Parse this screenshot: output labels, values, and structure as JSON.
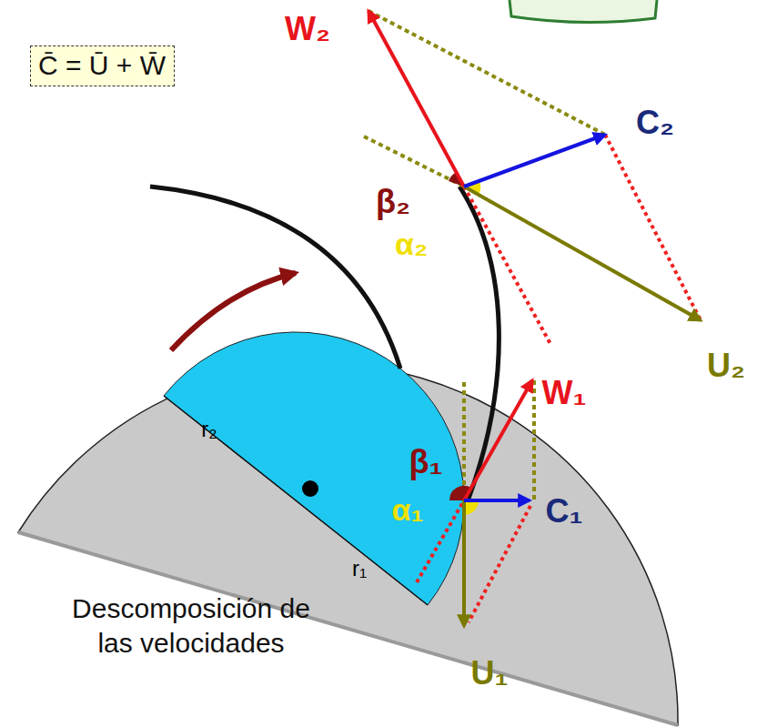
{
  "diagram": {
    "caption": "Descomposición de las velocidades",
    "nodes": [
      {
        "text": [
          "C̄ = Ū + W̄"
        ]
      }
    ],
    "labels": [
      "W₂",
      "C₂",
      "β₂",
      "α₂",
      "U₂",
      "W₁",
      "β₁",
      "α₁",
      "C₁",
      "U₁",
      "r₂",
      "r₁"
    ]
  }
}
